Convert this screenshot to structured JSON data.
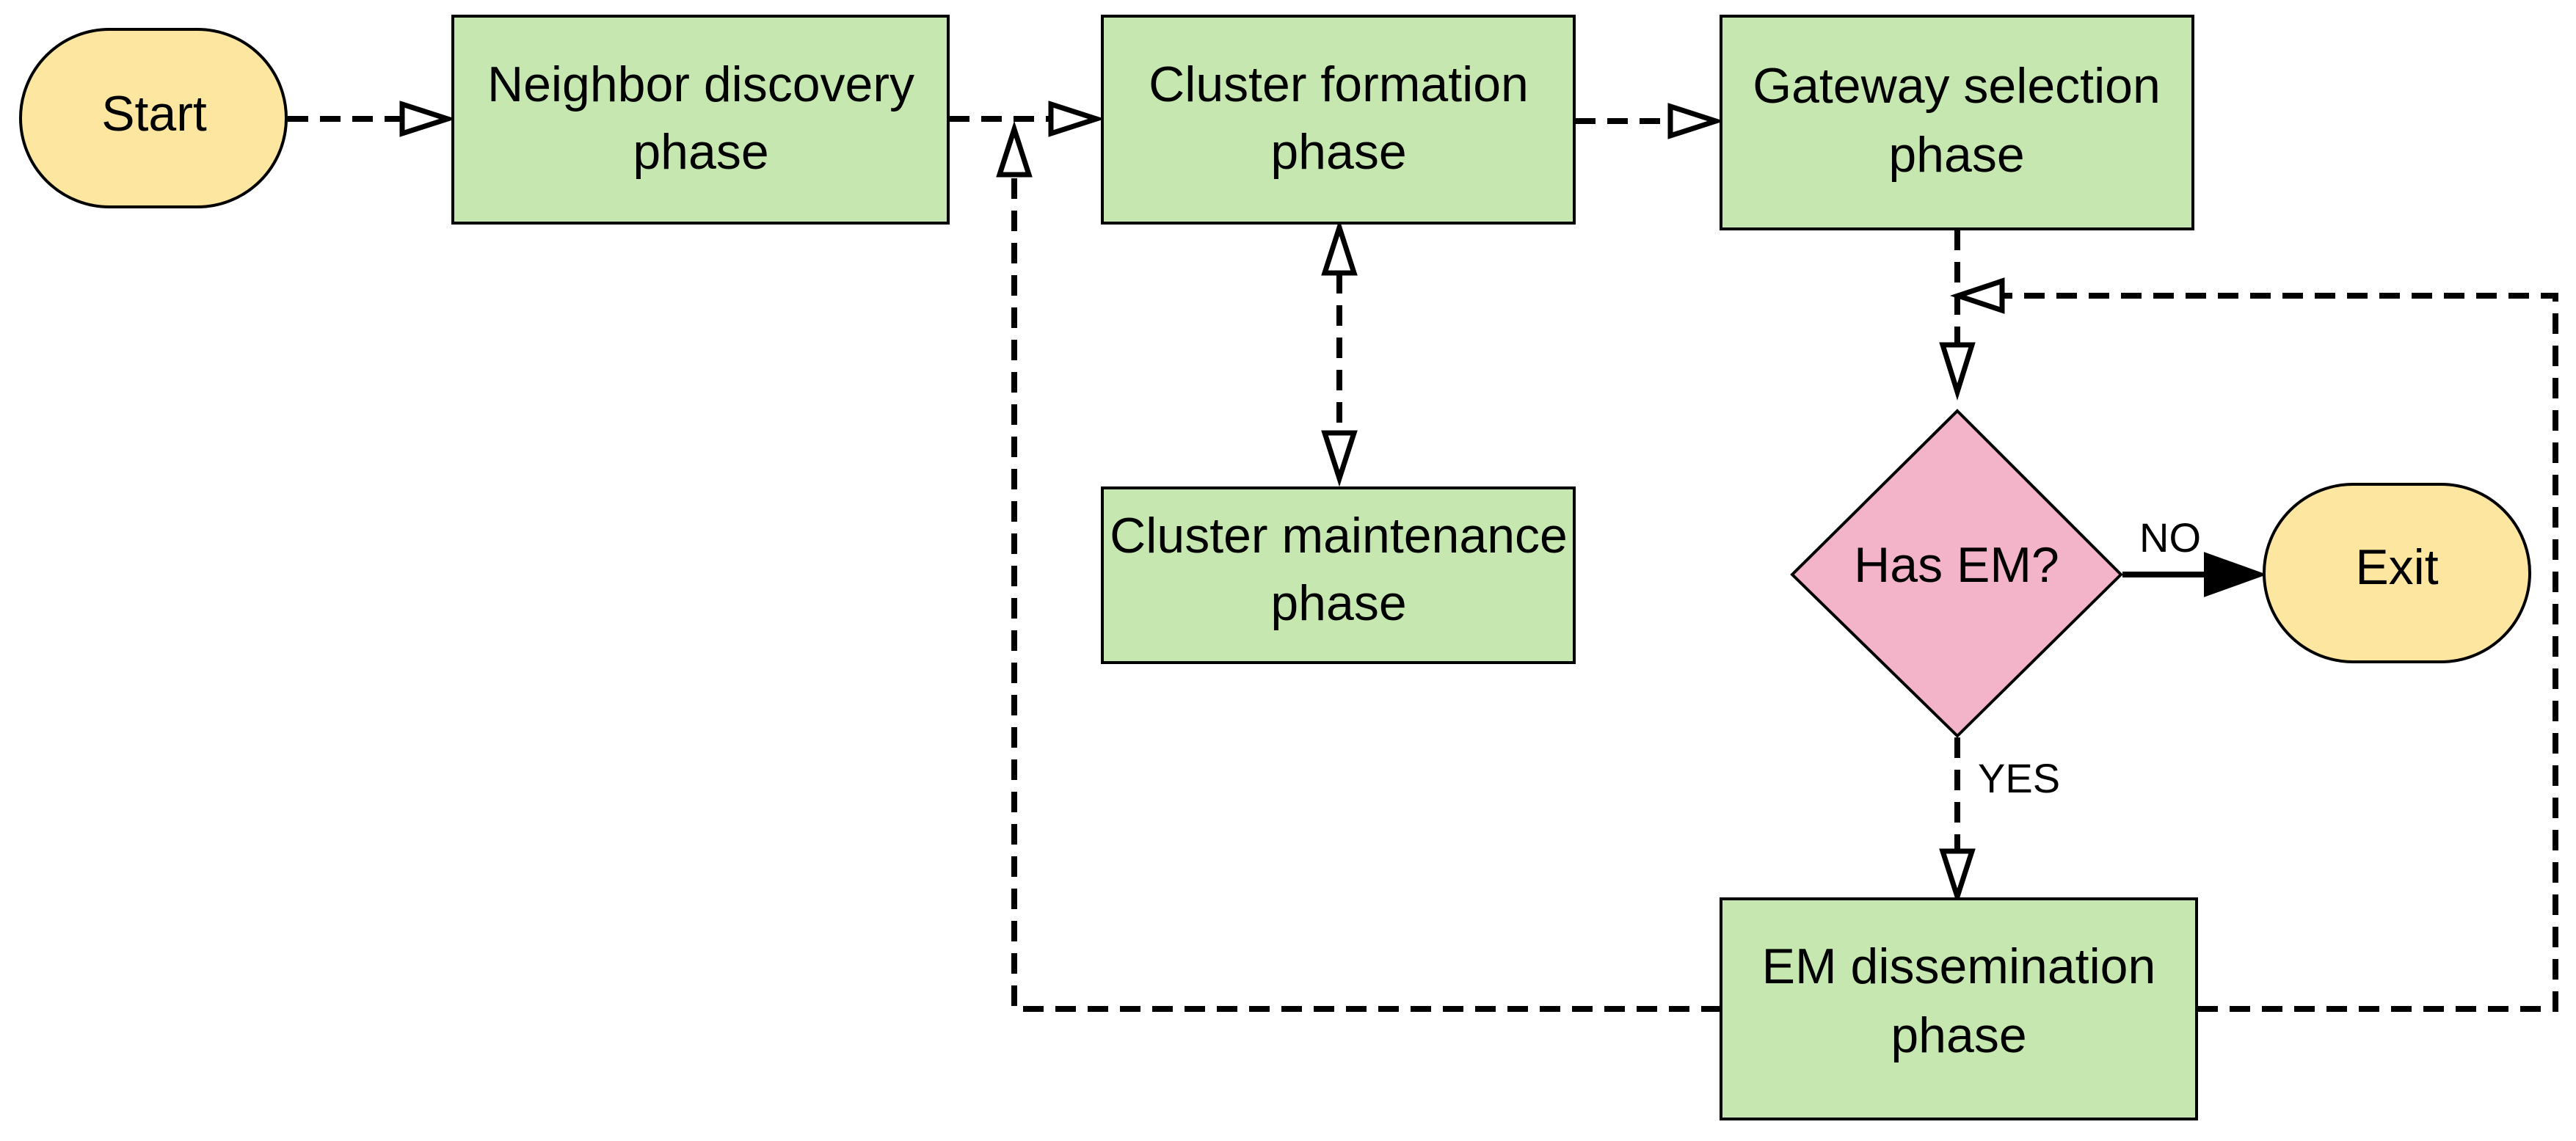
{
  "colors": {
    "process_fill": "#c6e8b0",
    "terminal_fill": "#fde6a0",
    "decision_fill": "#f3b3c8",
    "line": "#000000"
  },
  "nodes": {
    "start": {
      "label": "Start"
    },
    "neighbor_discovery": {
      "line1": "Neighbor discovery",
      "line2": "phase"
    },
    "cluster_formation": {
      "line1": "Cluster formation",
      "line2": "phase"
    },
    "gateway_selection": {
      "line1": "Gateway selection",
      "line2": "phase"
    },
    "cluster_maintenance": {
      "line1": "Cluster maintenance",
      "line2": "phase"
    },
    "has_em": {
      "label": "Has EM?"
    },
    "exit": {
      "label": "Exit"
    },
    "em_dissemination": {
      "line1": "EM dissemination",
      "line2": "phase"
    }
  },
  "edge_labels": {
    "no": "NO",
    "yes": "YES"
  }
}
